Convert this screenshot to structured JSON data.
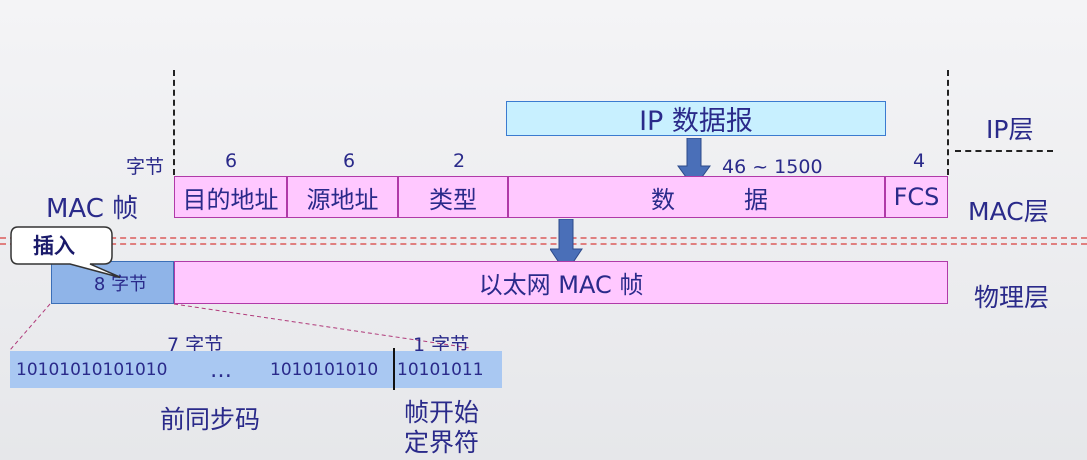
{
  "ip_datagram": {
    "label": "IP 数据报"
  },
  "layers": {
    "ip": "IP层",
    "mac": "MAC层",
    "physical": "物理层"
  },
  "mac_frame": {
    "label": "MAC 帧",
    "unit_label": "字节",
    "sizes": {
      "dst": "6",
      "src": "6",
      "type": "2",
      "data": "46 ~ 1500",
      "fcs": "4"
    },
    "fields": {
      "dst": "目的地址",
      "src": "源地址",
      "type": "类型",
      "data_left": "数",
      "data_right": "据",
      "fcs": "FCS"
    }
  },
  "insert_callout": {
    "label": "插入"
  },
  "physical_frame": {
    "preamble_bytes": "8 字节",
    "ethernet_mac_frame": "以太网 MAC 帧"
  },
  "preamble_detail": {
    "seven_bytes": "7 字节",
    "one_byte": "1 字节",
    "bits_left": "10101010101010",
    "ellipsis": "…",
    "bits_mid": "1010101010",
    "bits_sfd": "10101011",
    "preamble_label": "前同步码",
    "sfd_label_line1": "帧开始",
    "sfd_label_line2": "定界符"
  },
  "colors": {
    "mac_field_fill": "#ffc8ff",
    "mac_field_border": "#b03aa8",
    "ip_box_fill": "#c8f0ff",
    "preamble_fill": "#8fb4e8",
    "bits_fill": "#a9c8f2",
    "arrow_fill": "#4a6fb8",
    "dashed_red": "#e08080",
    "text": "#2a2a8a"
  }
}
